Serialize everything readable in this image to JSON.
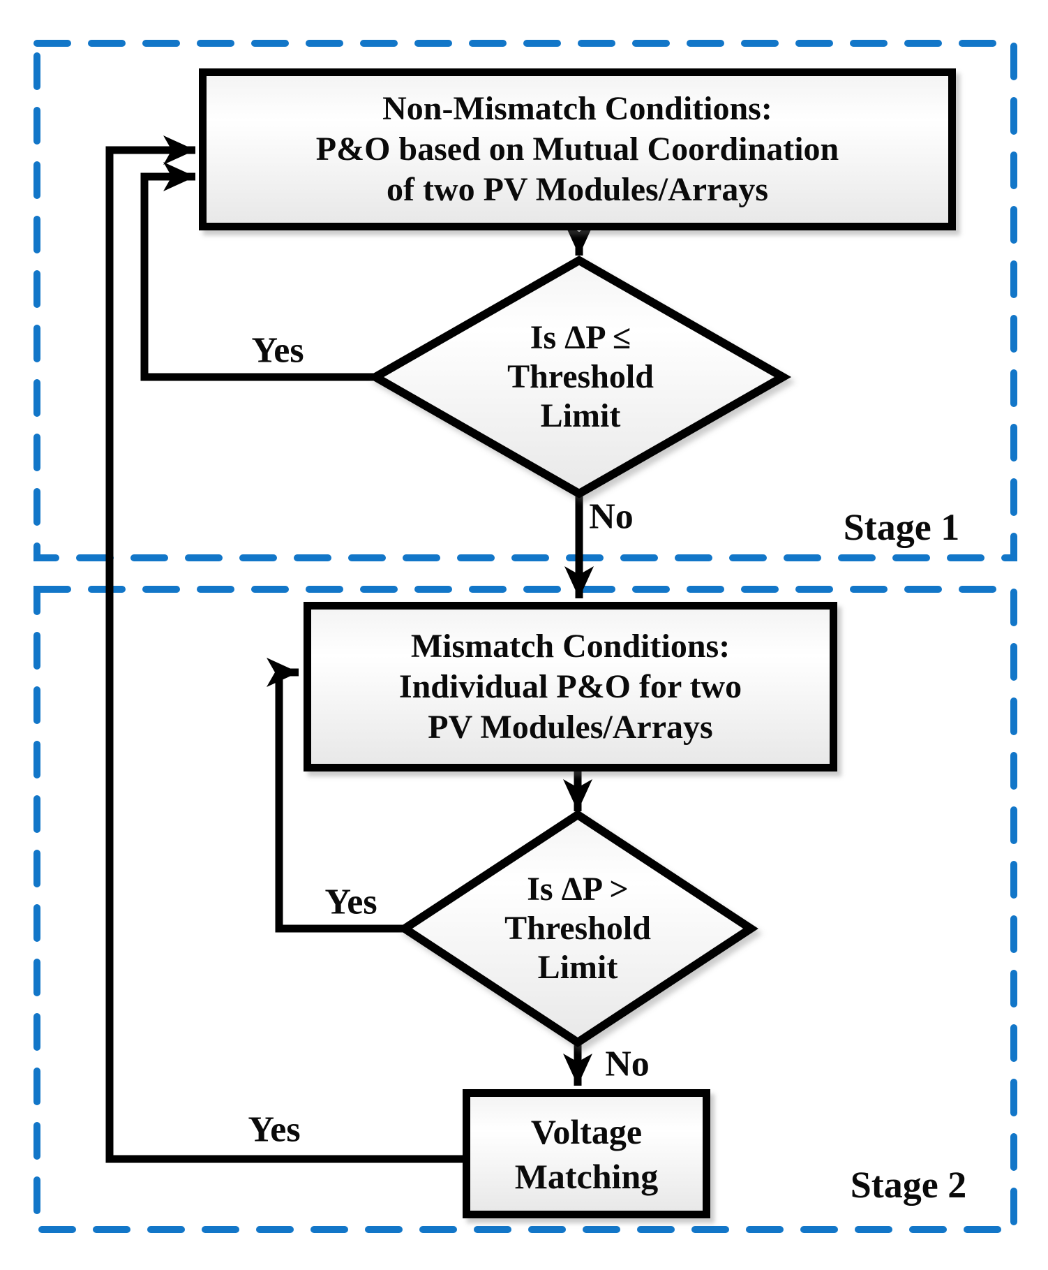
{
  "stages": {
    "stage1": "Stage 1",
    "stage2": "Stage 2"
  },
  "boxes": {
    "non_mismatch": {
      "lines": [
        "Non-Mismatch Conditions:",
        "P&O based on Mutual Coordination",
        "of two PV Modules/Arrays"
      ]
    },
    "mismatch": {
      "lines": [
        "Mismatch Conditions:",
        "Individual P&O for two",
        "PV Modules/Arrays"
      ]
    },
    "voltage_matching": {
      "lines": [
        "Voltage",
        "Matching"
      ]
    }
  },
  "decisions": {
    "d1": {
      "lines": [
        "Is ΔP ≤",
        "Threshold",
        "Limit"
      ]
    },
    "d2": {
      "lines": [
        "Is ΔP >",
        "Threshold",
        "Limit"
      ]
    }
  },
  "edges": {
    "d1_yes": "Yes",
    "d1_no": "No",
    "d2_yes": "Yes",
    "d2_no": "No",
    "vm_yes": "Yes"
  },
  "colors": {
    "stage_border": "#1276c8",
    "line": "#000000"
  }
}
